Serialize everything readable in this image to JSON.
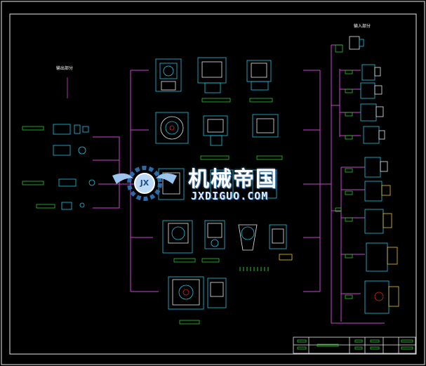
{
  "watermark": {
    "brand_cn": "机械帝国",
    "brand_en": "JXDIGUO.COM",
    "logo_text": "JX"
  },
  "labels": {
    "input_group": "输入部分",
    "output_group": "输出部分"
  },
  "colors": {
    "background": "#000000",
    "frame": "#e8e8e8",
    "connector": "#d23fd6",
    "outline": "#18c8e8",
    "label_box": "#28c828",
    "detail_red": "#e02020",
    "detail_yellow": "#e8c820",
    "watermark_blue": "#2c6aa8"
  }
}
